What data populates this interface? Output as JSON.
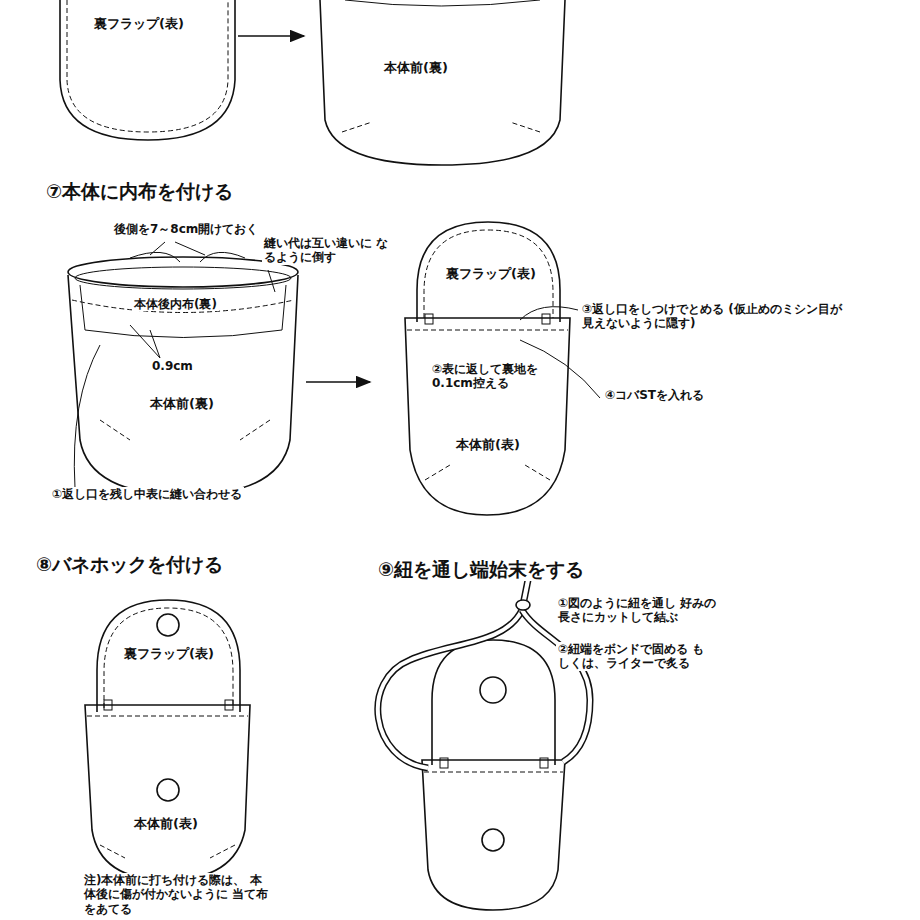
{
  "diagram": {
    "labels": [
      "裏フラップ(表)",
      "本体前(裏)",
      "⑦本体に内布を付ける",
      "後側を7～8cm開けておく",
      "縫い代は互い違いに なるように倒す",
      "本体後内布(裏)",
      "0.9cm",
      "本体前(裏)",
      "①返し口を残し中表に縫い合わせる",
      "裏フラップ(表)",
      "③返し口をしつけでとめる (仮止めのミシン目が見えないように隠す)",
      "②表に返して裏地を 0.1cm控える",
      "④コバSTを入れる",
      "本体前(表)",
      "⑧バネホックを付ける",
      "裏フラップ(表)",
      "本体前(表)",
      "注)本体前に打ち付ける際は、 本体後に傷が付かないように 当て布をあてる",
      "⑨紐を通し端始末をする",
      "①図のように紐を通し 好みの長さにカットして結ぶ",
      "②紐端をボンドで固める もしくは、ライターで炙る"
    ]
  }
}
